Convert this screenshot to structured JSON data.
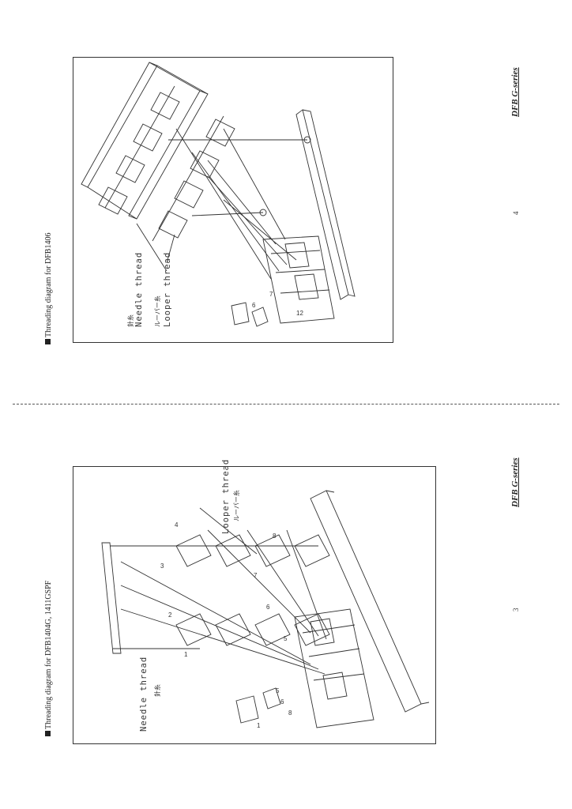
{
  "top_page": {
    "heading": "Threading diagram for DFB1406",
    "page_number": "4",
    "series_label": "DFB G-series",
    "labels": {
      "needle_jp": "針糸",
      "needle_en": "Needle thread",
      "looper_jp": "ルーパー糸",
      "looper_en": "Looper thread"
    },
    "step_numbers": [
      "6",
      "7",
      "12"
    ]
  },
  "bottom_page": {
    "heading": "Threading diagram for DFB1404G, 1411GSPF",
    "page_number": "3",
    "series_label": "DFB G-series",
    "labels": {
      "needle_en": "Needle thread",
      "needle_jp": "針糸",
      "looper_en": "Looper thread",
      "looper_jp": "ルーパー糸"
    },
    "cone_numbers": [
      "1",
      "2",
      "3",
      "4",
      "5",
      "6",
      "7",
      "8"
    ],
    "step_numbers": [
      "1",
      "5",
      "6",
      "8"
    ]
  }
}
